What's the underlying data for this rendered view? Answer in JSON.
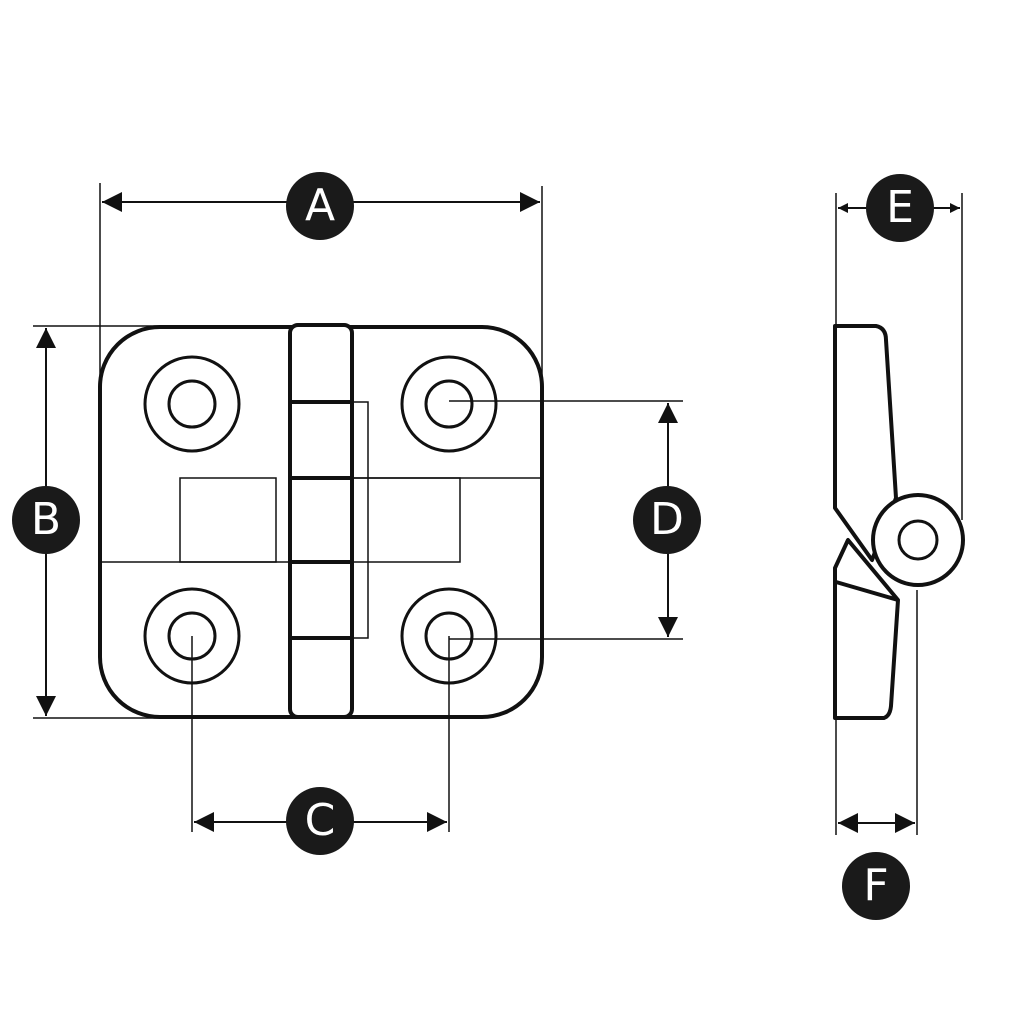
{
  "colors": {
    "ink": "#111111",
    "badge_fill": "#1a1a1a",
    "badge_text": "#ffffff",
    "background": "#ffffff"
  },
  "dimensions": {
    "a": "A",
    "b": "B",
    "c": "C",
    "d": "D",
    "e": "E",
    "f": "F"
  }
}
